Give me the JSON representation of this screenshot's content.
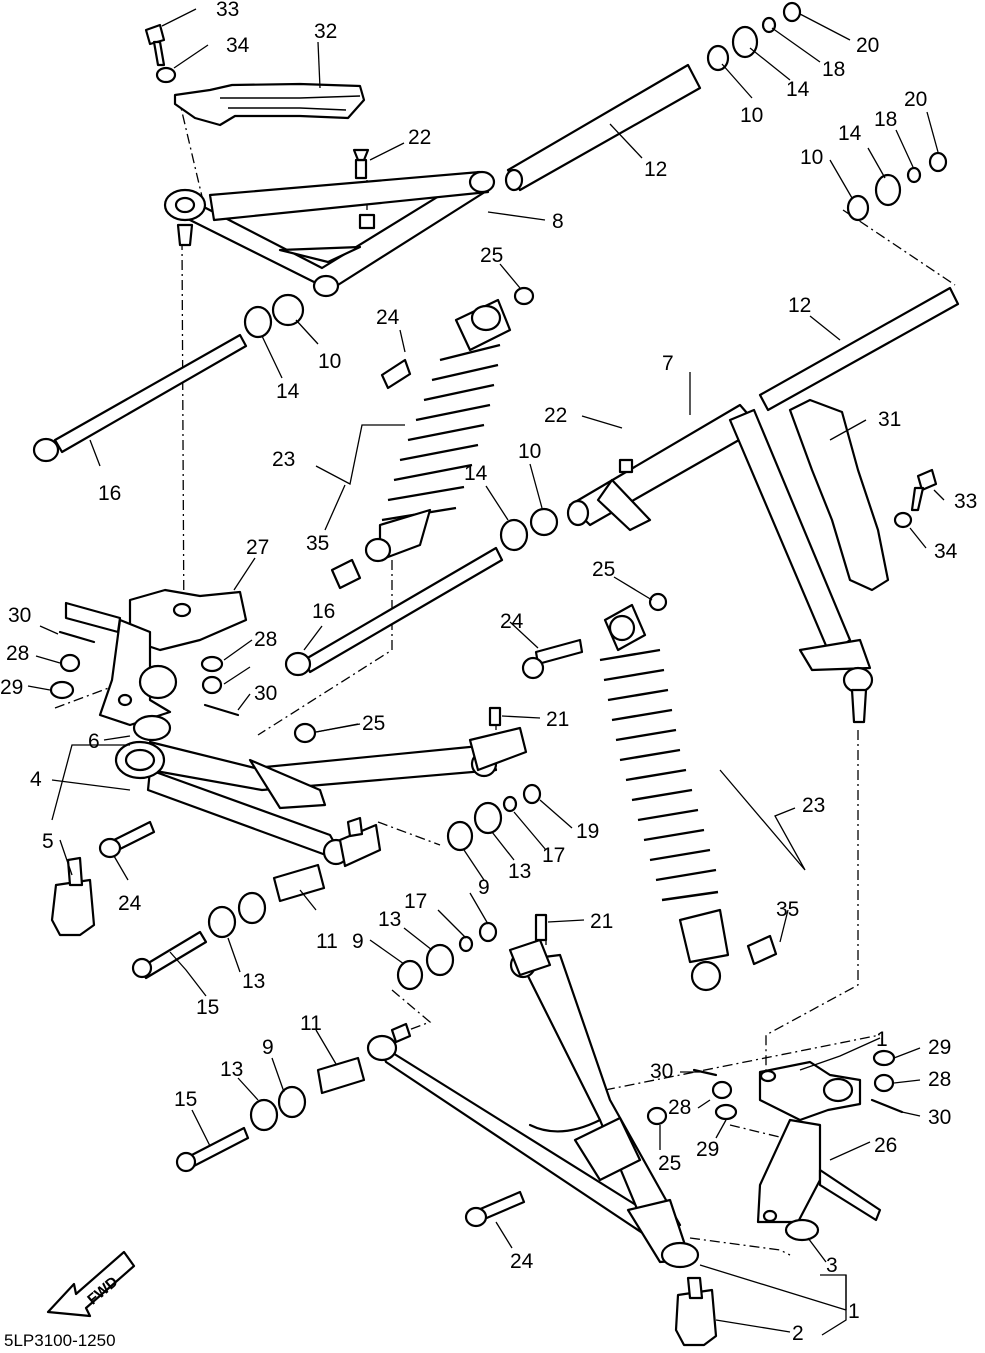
{
  "diagram_code": "5LP3100-1250",
  "fwd_label": "FWD",
  "callouts": [
    "33",
    "34",
    "32",
    "20",
    "18",
    "14",
    "10",
    "12",
    "22",
    "8",
    "20",
    "18",
    "14",
    "10",
    "25",
    "24",
    "10",
    "14",
    "16",
    "12",
    "7",
    "31",
    "22",
    "10",
    "14",
    "33",
    "34",
    "23",
    "35",
    "27",
    "16",
    "30",
    "28",
    "29",
    "28",
    "29",
    "30",
    "25",
    "24",
    "21",
    "25",
    "6",
    "4",
    "5",
    "24",
    "19",
    "17",
    "13",
    "9",
    "23",
    "19",
    "17",
    "13",
    "11",
    "21",
    "9",
    "13",
    "15",
    "35",
    "11",
    "9",
    "13",
    "15",
    "30",
    "28",
    "29",
    "29",
    "28",
    "30",
    "26",
    "25",
    "24",
    "3",
    "1",
    "2",
    "1"
  ]
}
